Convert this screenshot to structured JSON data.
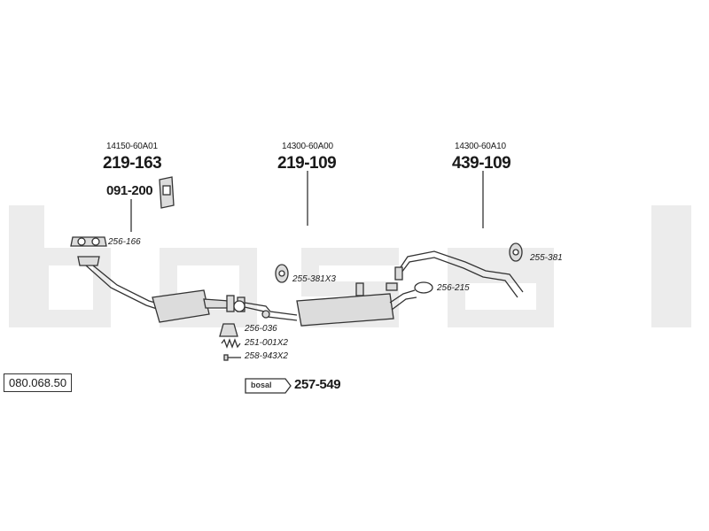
{
  "watermark": "bosal",
  "reference_number": "080.068.50",
  "groups": [
    {
      "oem": "14150-60A01",
      "bosal": "219-163"
    },
    {
      "oem": "14300-60A00",
      "bosal": "219-109"
    },
    {
      "oem": "14300-60A10",
      "bosal": "439-109"
    }
  ],
  "bracket": "091-200",
  "parts": {
    "p1": "256-166",
    "p2": "255-381X3",
    "p3": "256-215",
    "p4": "255-381",
    "p5": "256-036",
    "p6": "251-001X2",
    "p7": "258-943X2"
  },
  "paste": {
    "label": "bosal",
    "number": "257-549"
  },
  "colors": {
    "watermark": "#ececec",
    "line": "#333333",
    "part_fill": "#dcdcdc"
  }
}
